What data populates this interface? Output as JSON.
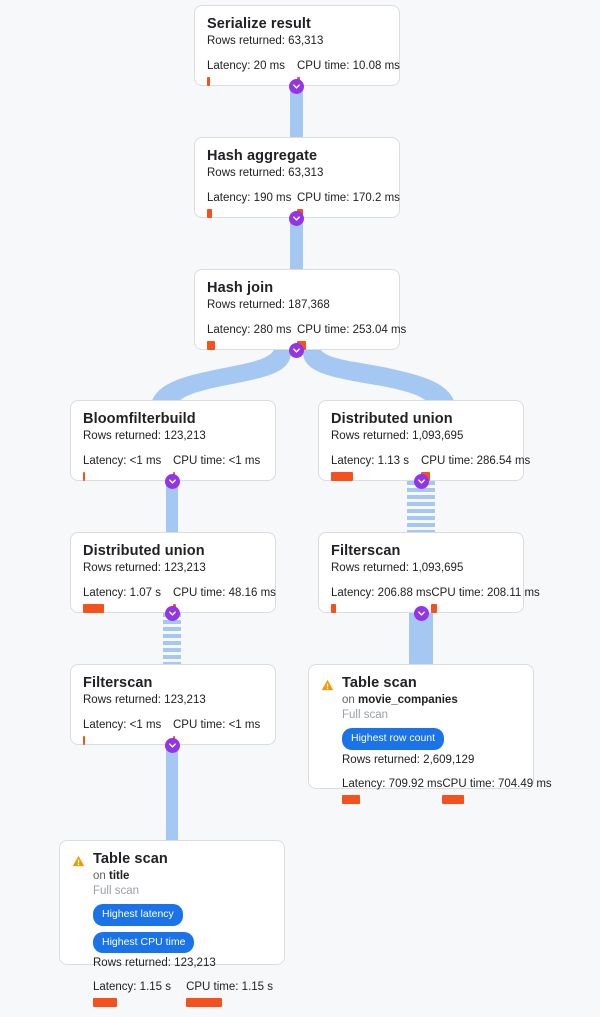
{
  "theme": {
    "background": "#f6f8fa",
    "node_bg": "#ffffff",
    "node_border": "#dadce0",
    "edge_color": "#a5c8f2",
    "handle_color": "#9334e6",
    "badge_color": "#1a73e8",
    "bar_color": "#f4511e",
    "warning_color": "#f29900"
  },
  "graph": {
    "title": "Query execution plan",
    "collapse_icon": "chevron-down-icon",
    "warning_icon": "warning-triangle-icon"
  },
  "nodes": [
    {
      "id": "serialize-result",
      "title": "Serialize result",
      "rows_returned": "Rows returned: 63,313",
      "latency_label": "Latency: 20 ms",
      "cpu_label": "CPU time: 10.08 ms",
      "latency_bar_width": 3,
      "cpu_bar_width": 3
    },
    {
      "id": "hash-aggregate",
      "title": "Hash aggregate",
      "rows_returned": "Rows returned: 63,313",
      "latency_label": "Latency: 190 ms",
      "cpu_label": "CPU time: 170.2 ms",
      "latency_bar_width": 5,
      "cpu_bar_width": 6
    },
    {
      "id": "hash-join",
      "title": "Hash join",
      "rows_returned": "Rows returned: 187,368",
      "latency_label": "Latency: 280 ms",
      "cpu_label": "CPU time: 253.04 ms",
      "latency_bar_width": 8,
      "cpu_bar_width": 9
    },
    {
      "id": "bloomfilterbuild",
      "title": "Bloomfilterbuild",
      "rows_returned": "Rows returned: 123,213",
      "latency_label": "Latency: <1 ms",
      "cpu_label": "CPU time: <1 ms",
      "latency_bar_width": 2,
      "cpu_bar_width": 2
    },
    {
      "id": "distributed-union-right",
      "title": "Distributed union",
      "rows_returned": "Rows returned: 1,093,695",
      "latency_label": "Latency: 1.13 s",
      "cpu_label": "CPU time: 286.54 ms",
      "latency_bar_width": 22,
      "cpu_bar_width": 9
    },
    {
      "id": "distributed-union-left",
      "title": "Distributed union",
      "rows_returned": "Rows returned: 123,213",
      "latency_label": "Latency: 1.07 s",
      "cpu_label": "CPU time: 48.16 ms",
      "latency_bar_width": 21,
      "cpu_bar_width": 3
    },
    {
      "id": "filterscan-right",
      "title": "Filterscan",
      "rows_returned": "Rows returned: 1,093,695",
      "latency_label": "Latency: 206.88 ms",
      "cpu_label": "CPU time: 208.11 ms",
      "latency_bar_width": 5,
      "cpu_bar_width": 6
    },
    {
      "id": "filterscan-left",
      "title": "Filterscan",
      "rows_returned": "Rows returned: 123,213",
      "latency_label": "Latency: <1 ms",
      "cpu_label": "CPU time: <1 ms",
      "latency_bar_width": 2,
      "cpu_bar_width": 2
    },
    {
      "id": "table-scan-movie-companies",
      "title": "Table scan",
      "on_prefix": "on ",
      "on_table": "movie_companies",
      "scan_type": "Full scan",
      "badges": [
        "Highest row count"
      ],
      "rows_returned": "Rows returned: 2,609,129",
      "latency_label": "Latency: 709.92 ms",
      "cpu_label": "CPU time: 704.49 ms",
      "latency_bar_width": 18,
      "cpu_bar_width": 22
    },
    {
      "id": "table-scan-title",
      "title": "Table scan",
      "on_prefix": "on ",
      "on_table": "title",
      "scan_type": "Full scan",
      "badges": [
        "Highest latency",
        "Highest CPU time"
      ],
      "rows_returned": "Rows returned: 123,213",
      "latency_label": "Latency: 1.15 s",
      "cpu_label": "CPU time: 1.15 s",
      "latency_bar_width": 24,
      "cpu_bar_width": 36
    }
  ]
}
